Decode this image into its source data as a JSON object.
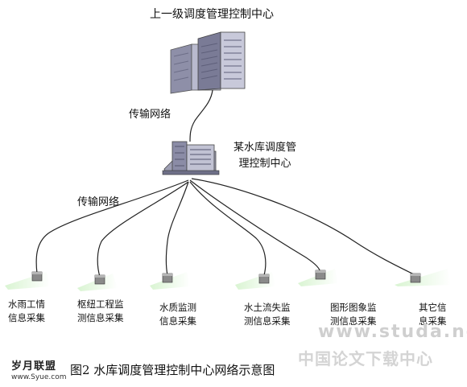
{
  "title_top": "上一级调度管理控制中心",
  "network_label_upper": "传输网络",
  "network_label_lower": "传输网络",
  "center": {
    "line1": "某水库调度管",
    "line2": "理控制中心"
  },
  "nodes": [
    {
      "line1": "水雨工情",
      "line2": "信息采集"
    },
    {
      "line1": "枢纽工程监",
      "line2": "测信息采集"
    },
    {
      "line1": "水质监测",
      "line2": "信息采集"
    },
    {
      "line1": "水土流失监",
      "line2": "测信息采集"
    },
    {
      "line1": "图形图象监",
      "line2": "测信息采集"
    },
    {
      "line1": "其它信",
      "line2": "息采集"
    }
  ],
  "caption": "图2  水库调度管理控制中心网络示意图",
  "watermark": {
    "left_text": "岁月联盟",
    "left_url": "www.Syue.com",
    "right_url": "www.studa.net",
    "right_text": "中国论文下载中心"
  },
  "icons": {
    "top": "server-cluster-icon",
    "center": "building-icon",
    "node": "terminal-node-icon"
  }
}
